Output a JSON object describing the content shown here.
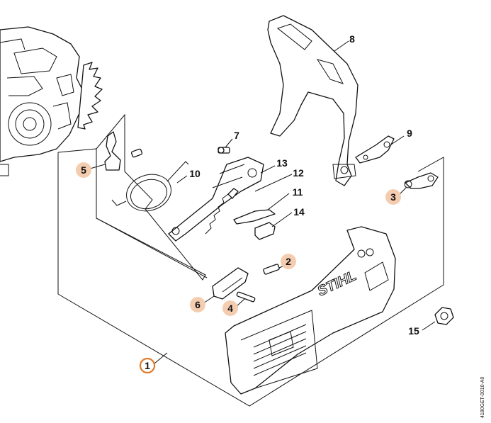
{
  "diagram": {
    "brand_text": "STIHL",
    "reference_code": "4180GET-0010-A0",
    "callouts": [
      {
        "id": "c1",
        "number": "1",
        "style": "ring"
      },
      {
        "id": "c2",
        "number": "2",
        "style": "shaded"
      },
      {
        "id": "c3",
        "number": "3",
        "style": "shaded"
      },
      {
        "id": "c4",
        "number": "4",
        "style": "shaded"
      },
      {
        "id": "c5",
        "number": "5",
        "style": "shaded"
      },
      {
        "id": "c6",
        "number": "6",
        "style": "shaded"
      },
      {
        "id": "c7",
        "number": "7",
        "style": "plain"
      },
      {
        "id": "c8",
        "number": "8",
        "style": "plain"
      },
      {
        "id": "c9",
        "number": "9",
        "style": "plain"
      },
      {
        "id": "c10",
        "number": "10",
        "style": "plain"
      },
      {
        "id": "c11",
        "number": "11",
        "style": "plain"
      },
      {
        "id": "c12",
        "number": "12",
        "style": "plain"
      },
      {
        "id": "c13",
        "number": "13",
        "style": "plain"
      },
      {
        "id": "c14",
        "number": "14",
        "style": "plain"
      },
      {
        "id": "c15",
        "number": "15",
        "style": "plain"
      }
    ],
    "colors": {
      "callout_fill": "#f4cdb0",
      "ring_stroke": "#e07b2c",
      "line": "#111111"
    }
  }
}
